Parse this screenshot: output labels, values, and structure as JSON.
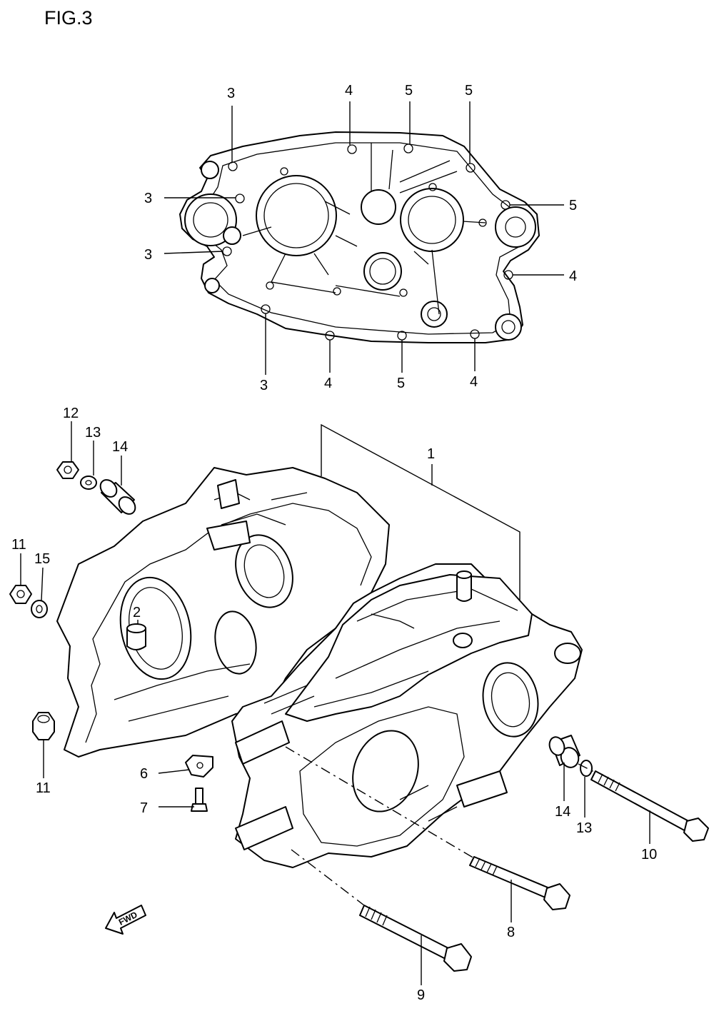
{
  "figure": {
    "title": "FIG.3"
  },
  "callouts": {
    "gasket_top": [
      "3",
      "4",
      "5",
      "5"
    ],
    "gasket_left": [
      "3",
      "3"
    ],
    "gasket_right": [
      "5",
      "4"
    ],
    "gasket_bottom": [
      "3",
      "4",
      "5",
      "4"
    ],
    "crankcase": "1",
    "dowel_pin": "2",
    "plate": "6",
    "plate_bolt": "7",
    "bolt_lower_right": "8",
    "bolt_lower_left": "9",
    "bolt_right": "10",
    "nut_left": "11",
    "nut_lower_left": "11",
    "bolt_top_left": "12",
    "washer_top_left": "13",
    "washer_right": "13",
    "bushing_top_left": "14",
    "bushing_right": "14",
    "washer_left": "15"
  },
  "fwd_marker": {
    "label": "FWD",
    "icon": "fwd-arrow-icon"
  }
}
